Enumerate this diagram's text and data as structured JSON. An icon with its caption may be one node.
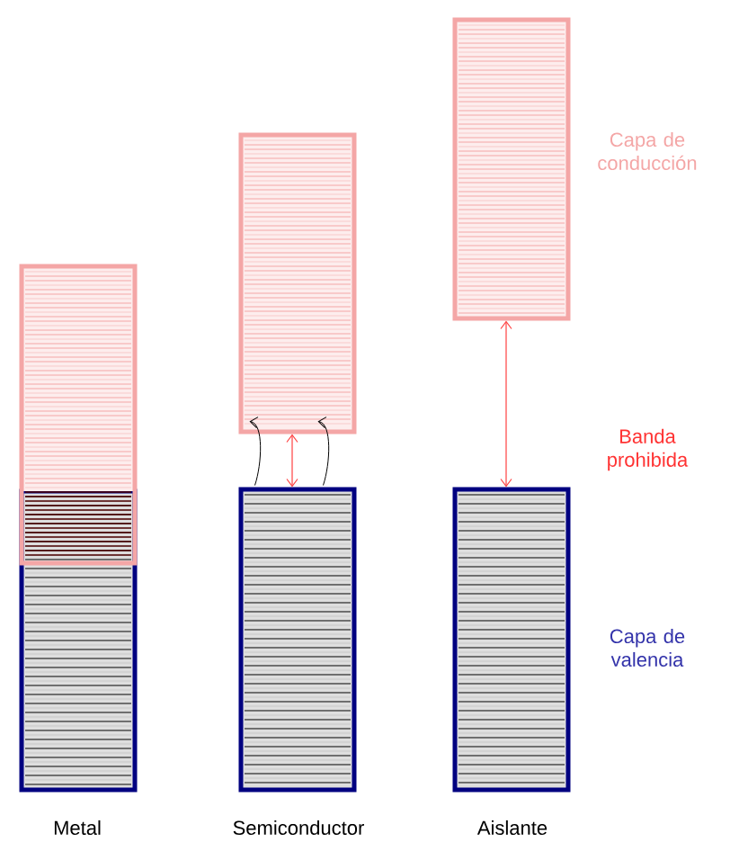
{
  "diagram": {
    "nodes": [
      {
        "text": [],
        "shape": "box"
      },
      {
        "text": [],
        "shape": "box"
      },
      {
        "text": [],
        "shape": "box"
      },
      {
        "text": [],
        "shape": "box"
      },
      {
        "text": [],
        "shape": "box"
      },
      {
        "text": [],
        "shape": "box"
      }
    ],
    "edges": [
      {
        "from": 3,
        "to": 2,
        "arrow": "both",
        "color": "#ff4040"
      },
      {
        "from": 3,
        "to": 2,
        "arrow": "to",
        "color": "#000000"
      },
      {
        "from": 3,
        "to": 2,
        "arrow": "to",
        "color": "#000000"
      },
      {
        "from": 5,
        "to": 4,
        "arrow": "both",
        "color": "#ff4040"
      }
    ],
    "labels": [
      "Capa de conducción",
      "Banda prohibida",
      "Capa de valencia",
      "Metal",
      "Semiconductor",
      "Aislante"
    ]
  }
}
